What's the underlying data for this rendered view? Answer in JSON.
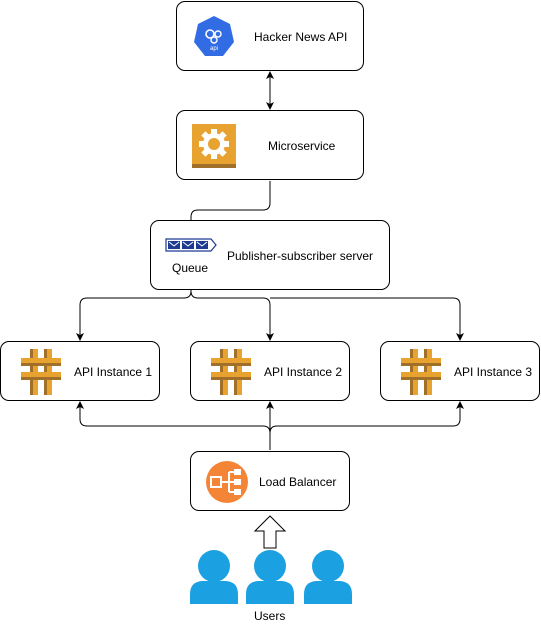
{
  "nodes": {
    "hn_api": {
      "label": "Hacker News API",
      "icon": "kubernetes-api-icon"
    },
    "microservice": {
      "label": "Microservice",
      "icon": "gear-icon"
    },
    "pubsub": {
      "label": "Publisher-subscriber server",
      "icon": "queue-icon",
      "queue_label": "Queue"
    },
    "api1": {
      "label": "API Instance 1",
      "icon": "api-gateway-icon"
    },
    "api2": {
      "label": "API Instance 2",
      "icon": "api-gateway-icon"
    },
    "api3": {
      "label": "API Instance 3",
      "icon": "api-gateway-icon"
    },
    "lb": {
      "label": "Load Balancer",
      "icon": "load-balancer-icon"
    },
    "users": {
      "label": "Users",
      "icon": "users-icon"
    }
  },
  "edges": [
    {
      "from": "hn_api",
      "to": "microservice",
      "style": "bidirectional"
    },
    {
      "from": "microservice",
      "to": "queue",
      "style": "arrow"
    },
    {
      "from": "queue",
      "to": "api1",
      "style": "arrow"
    },
    {
      "from": "queue",
      "to": "api2",
      "style": "arrow"
    },
    {
      "from": "queue",
      "to": "api3",
      "style": "arrow"
    },
    {
      "from": "lb",
      "to": "api1",
      "style": "arrow"
    },
    {
      "from": "lb",
      "to": "api2",
      "style": "arrow"
    },
    {
      "from": "lb",
      "to": "api3",
      "style": "arrow"
    },
    {
      "from": "users",
      "to": "lb",
      "style": "hollow-arrow"
    }
  ],
  "colors": {
    "k8s_blue": "#326CE5",
    "aws_gold": "#E7A230",
    "aws_gold_dark": "#A0702A",
    "lb_orange": "#F58536",
    "queue_navy": "#1F3A93",
    "users_blue": "#1BA1E2"
  }
}
